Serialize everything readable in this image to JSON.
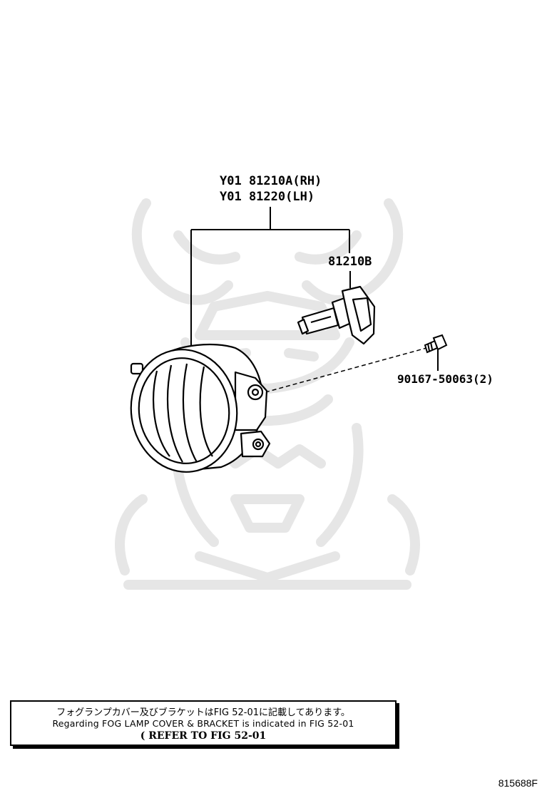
{
  "callouts": {
    "fog_lamp_rh": "Y01 81210A(RH)",
    "fog_lamp_lh": "Y01 81220(LH)",
    "bulb": "81210B",
    "screw": "90167-50063(2)"
  },
  "note": {
    "japanese": "フォグランプカバー及びブラケットはFIG 52-01に記載してあります。",
    "english": "Regarding FOG LAMP COVER & BRACKET is indicated in FIG 52-01",
    "reference": "(  REFER TO FIG 52-01"
  },
  "figure_id": "815688F",
  "icons": {
    "watermark": "samurai-helmet-watermark-icon",
    "fog_lamp": "fog-lamp-assembly-icon",
    "bulb": "halogen-bulb-icon",
    "screw": "screw-icon"
  }
}
